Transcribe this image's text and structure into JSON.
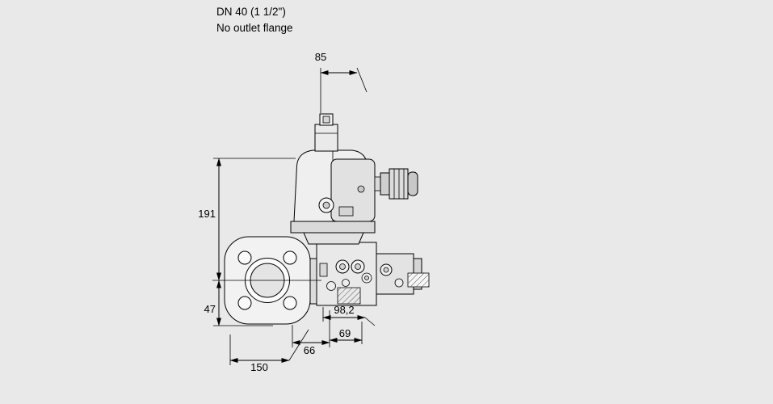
{
  "title": {
    "line1": "DN 40 (1 1/2\")",
    "line2": "No outlet flange"
  },
  "dimensions": {
    "coil_width": "85",
    "total_height": "191",
    "flange_bottom": "47",
    "depth": "98,2",
    "body_width": "66",
    "outlet_width": "69",
    "flange_size": "150"
  },
  "colors": {
    "background": "#e9e9e9",
    "line": "#000000",
    "fill_light": "#f2f2f2",
    "fill_mid": "#e1e1e1",
    "fill_dark": "#c9c9c9"
  }
}
